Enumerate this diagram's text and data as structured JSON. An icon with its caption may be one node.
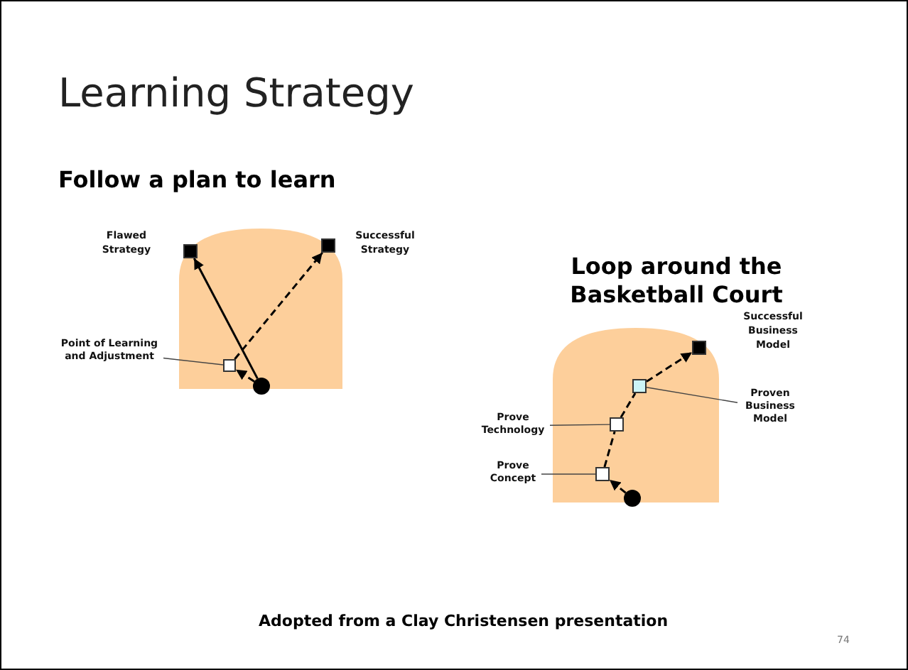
{
  "diagram": {
    "title": "Learning Strategy",
    "caption": "Adopted from a Clay Christensen presentation",
    "nodes": [
      {
        "text": [],
        "shape": "box",
        "beside": [
          "Flawed Strategy"
        ]
      },
      {
        "text": [],
        "shape": "box",
        "beside": [
          "Successful Strategy"
        ]
      },
      {
        "text": [
          "Point of Learning and Adjustment"
        ]
      },
      {
        "text": [],
        "shape": "box"
      },
      {
        "text": [],
        "shape": "circle"
      },
      {
        "text": [],
        "shape": "box",
        "beside": [
          "Successful Business Model"
        ]
      },
      {
        "text": [
          "Proven Business Model"
        ]
      },
      {
        "text": [],
        "shape": "box"
      },
      {
        "text": [
          "Prove Technology"
        ]
      },
      {
        "text": [],
        "shape": "box"
      },
      {
        "text": [
          "Prove Concept"
        ]
      },
      {
        "text": [],
        "shape": "box"
      },
      {
        "text": [],
        "shape": "circle"
      }
    ],
    "edges": [
      {
        "from": 4,
        "to": 0,
        "arrow": "to"
      },
      {
        "from": 4,
        "to": 3,
        "arrow": "to",
        "style": "dashed"
      },
      {
        "from": 3,
        "to": 1,
        "arrow": "to",
        "style": "dashed"
      },
      {
        "from": 2,
        "to": 3,
        "arrow": "none"
      },
      {
        "from": 12,
        "to": 11,
        "arrow": "to",
        "style": "dashed"
      },
      {
        "from": 11,
        "to": 9,
        "arrow": "none",
        "style": "dashed"
      },
      {
        "from": 9,
        "to": 7,
        "arrow": "none",
        "style": "dashed"
      },
      {
        "from": 7,
        "to": 5,
        "arrow": "to",
        "style": "dashed"
      },
      {
        "from": 6,
        "to": 7,
        "arrow": "none"
      },
      {
        "from": 8,
        "to": 9,
        "arrow": "none"
      },
      {
        "from": 10,
        "to": 11,
        "arrow": "none"
      }
    ],
    "labels": [
      "Follow a plan to learn",
      "Loop around the Basketball Court",
      "74"
    ]
  }
}
